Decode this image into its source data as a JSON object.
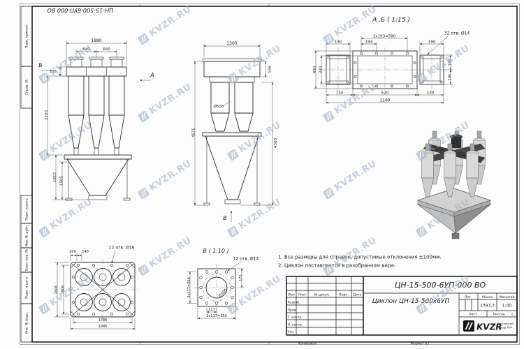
{
  "watermark": {
    "text": "KVZR.RU"
  },
  "margin_labels": [
    "Перв. примен.",
    "Справ. №",
    "Подп. и дата",
    "Инв. № дубл.",
    "Взам. инв. №",
    "Подп. и дата",
    "Инв. № подл."
  ],
  "notes": [
    "1. Все размеры для справок, допустимые отклонения ±100мм.",
    "2. Циклон поставляется в разобранном виде."
  ],
  "views": {
    "front": {
      "dims": {
        "width": "1880",
        "pitch1": "640",
        "pitch2": "640",
        "inlet": "535",
        "height": "2220",
        "hopper1": "1810",
        "hopper2": "1505"
      },
      "arrows": {
        "a": "А",
        "b": "Б"
      }
    },
    "side": {
      "dims": {
        "width": "1300",
        "inlet": "556",
        "height_total": "4575",
        "height_right": "4360",
        "diameter": "Ø508"
      },
      "arrow_v": "В"
    },
    "ab": {
      "title": "А ,Б ( 1:15 )",
      "dims": {
        "top1": "190",
        "top2": "193",
        "top_sum": "3х193=580",
        "top3": "190",
        "holes": "32 отв. Ø14",
        "left1": "430",
        "left2": "330",
        "bottom1": "130",
        "bottom2": "520",
        "bottom3": "130",
        "bottom_sum": "1160",
        "right1": "195",
        "right2": "195"
      }
    },
    "plan": {
      "dims": {
        "top1": "200",
        "top2": "140",
        "holes": "12 отв. Ø18",
        "left1": "2006",
        "left2": "1806",
        "bottom1": "1786",
        "bottom2": "1986"
      }
    },
    "v": {
      "title": "В ( 1:10 )",
      "dims": {
        "holes": "12 отв. Ø14",
        "right1": "172",
        "diameter": "Ø300",
        "left1": "3х117=350",
        "bottom1": "117",
        "bottom2": "3х117=350"
      }
    }
  },
  "titleblock": {
    "designation": "ЦН-15-500-6УП-000 ВО",
    "name": "Циклон ЦН-15-500х6УП",
    "header": {
      "izm": "Изм",
      "list": "Лист",
      "doc": "№ докум.",
      "podp": "Подп.",
      "data": "Дата"
    },
    "rows": {
      "razrab": "Разраб.",
      "prov": "Пров.",
      "tkontr": "Т. контр.",
      "nkontr": "Н. контр.",
      "utv": "Утв."
    },
    "lit": "Лит.",
    "mass_label": "Масса",
    "scale_label": "Масштаб",
    "mass": "1393,3",
    "scale": "1:40",
    "sheet_label": "Лист",
    "sheets_label": "Листов",
    "sheets_value": "1",
    "logo": "KVZR",
    "company_line1": "Курганский",
    "company_line2": "завод РЭР"
  },
  "footer": {
    "copy": "Копировал",
    "format": "Формат А3"
  }
}
